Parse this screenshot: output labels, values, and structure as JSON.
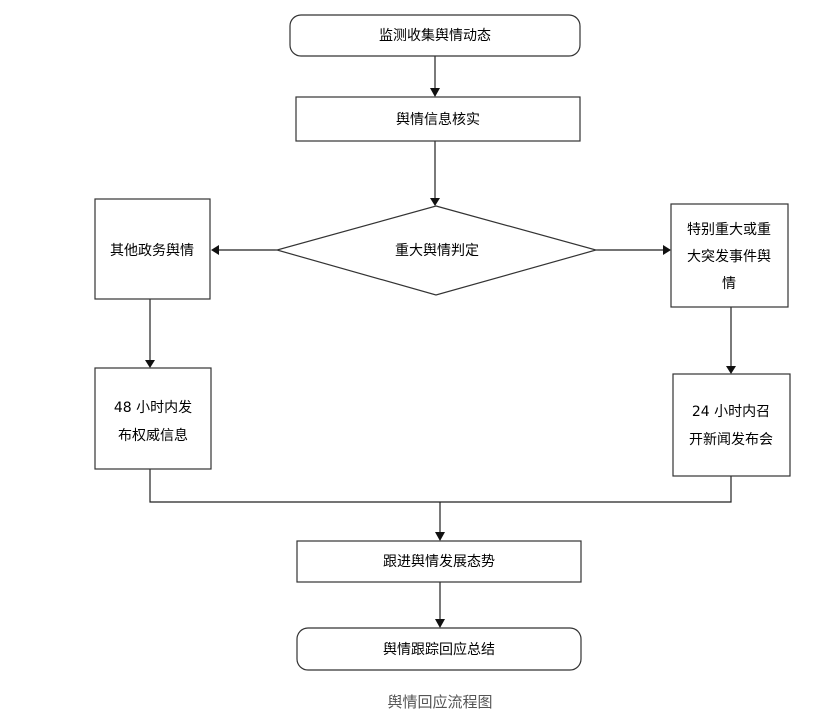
{
  "nodes": {
    "start": "监测收集舆情动态",
    "verify": "舆情信息核实",
    "decision": "重大舆情判定",
    "other": "其他政务舆情",
    "major_line1": "特别重大或重",
    "major_line2": "大突发事件舆",
    "major_line3": "情",
    "release_line1": "48 小时内发",
    "release_line2": "布权威信息",
    "press_line1": "24 小时内召",
    "press_line2": "开新闻发布会",
    "follow": "跟进舆情发展态势",
    "summary": "舆情跟踪回应总结"
  },
  "caption": "舆情回应流程图"
}
